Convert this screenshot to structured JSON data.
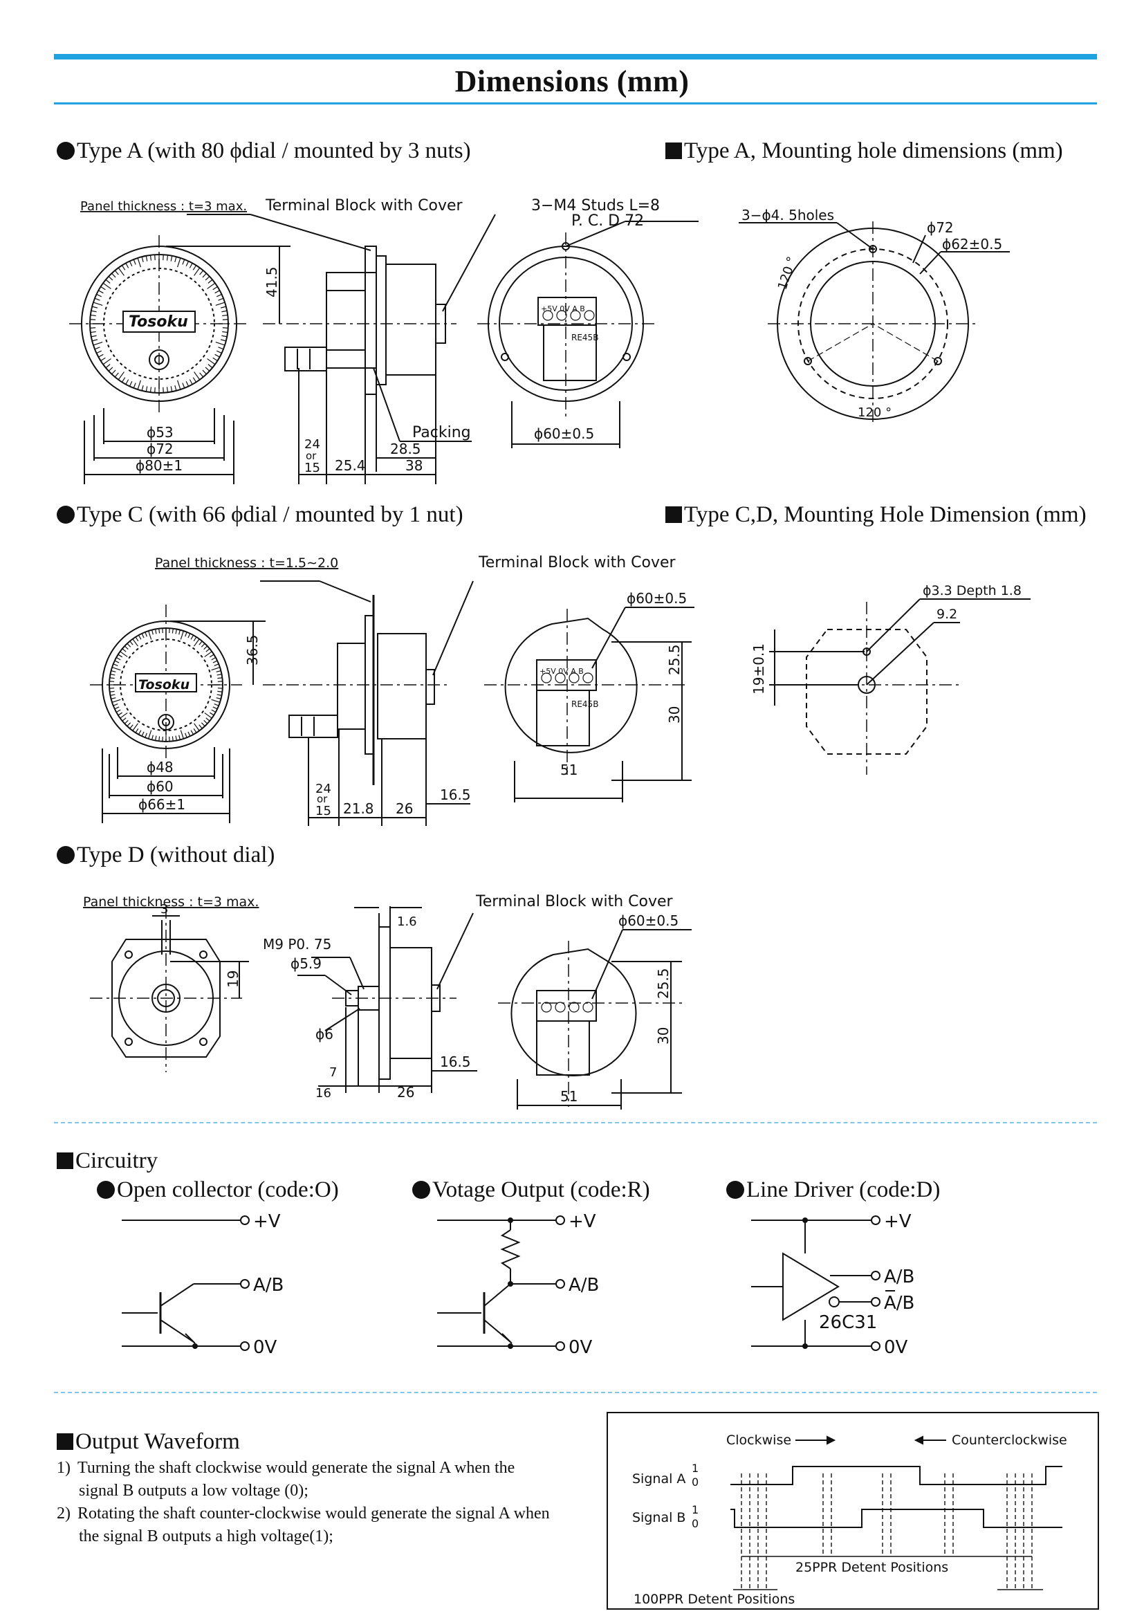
{
  "header": {
    "title": "Dimensions (mm)"
  },
  "type_a": {
    "heading": "Type A (with 80 ϕdial / mounted by 3 nuts)",
    "panel": "Panel thickness : t=3 max.",
    "terminal": "Terminal  Block  with  Cover",
    "studs": "3−M4  Studs  L=8",
    "pcd": "P. C. D  72",
    "h": "41.5",
    "d1": "ϕ53",
    "d2": "ϕ72",
    "d3": "ϕ80±1",
    "side1": "24",
    "side_or": "or",
    "side2": "15",
    "s1": "25.4",
    "s2": "28.5",
    "s3": "38",
    "packing": "Packing",
    "back_d": "ϕ60±0.5",
    "logo": "Tosoku"
  },
  "mount_a": {
    "heading": "Type A, Mounting hole dimensions (mm)",
    "holes": "3−ϕ4. 5holes",
    "d72": "ϕ72",
    "d62": "ϕ62±0.5",
    "ang1": "120 °",
    "ang2": "120 °"
  },
  "type_c": {
    "heading": "Type C (with 66 ϕdial / mounted by 1 nut)",
    "panel": "Panel thickness : t=1.5∼2.0",
    "terminal": "Terminal  Block  with  Cover",
    "h": "36.5",
    "d1": "ϕ48",
    "d2": "ϕ60",
    "d3": "ϕ66±1",
    "side1": "24",
    "side_or": "or",
    "side2": "15",
    "s1": "21.8",
    "s2": "26",
    "s3": "16.5",
    "back_d": "ϕ60±0.5",
    "v1": "25.5",
    "v2": "30",
    "w": "51"
  },
  "mount_cd": {
    "heading": "Type C,D, Mounting Hole Dimension (mm)",
    "hole": "ϕ3.3 Depth 1.8",
    "off": "9.2",
    "v": "19±0.1"
  },
  "type_d": {
    "heading": "Type D (without dial)",
    "panel": "Panel thickness : t=3 max.",
    "terminal": "Terminal  Block  with  Cover",
    "t": "3",
    "h": "19",
    "m9": "M9  P0. 75",
    "d59": "ϕ5.9",
    "d6": "ϕ6",
    "s16a": "1.6",
    "s7": "7",
    "s16": "16",
    "s26": "26",
    "s165": "16.5",
    "back_d": "ϕ60±0.5",
    "v1": "25.5",
    "v2": "30",
    "w": "51"
  },
  "terminal_block": {
    "labels": "+5V  0V  A    B",
    "model": "RE45B"
  },
  "circuitry": {
    "heading": "Circuitry",
    "open": {
      "title": "Open collector (code:O)",
      "v": "+V",
      "ab": "A/B",
      "zero": "0V"
    },
    "voltage": {
      "title": "Votage Output (code:R)",
      "v": "+V",
      "ab": "A/B",
      "zero": "0V"
    },
    "line": {
      "title": "Line Driver (code:D)",
      "v": "+V",
      "ab": "A/B",
      "abbar": "A/B",
      "chip": "26C31",
      "zero": "0V"
    }
  },
  "waveform": {
    "heading": "Output Waveform",
    "p1_num": "1)",
    "p1_a": "Turning the shaft clockwise would generate the signal A when the",
    "p1_b": "signal B outputs a low voltage (0);",
    "p2_num": "2)",
    "p2_a": "Rotating the shaft counter-clockwise would generate the signal A when",
    "p2_b": "the signal B outputs a high voltage(1);",
    "cw": "Clockwise",
    "ccw": "Counterclockwise",
    "sig_a": "Signal A",
    "sig_b": "Signal B",
    "one": "1",
    "zero": "0",
    "ppr25": "25PPR Detent Positions",
    "ppr100": "100PPR Detent Positions"
  }
}
